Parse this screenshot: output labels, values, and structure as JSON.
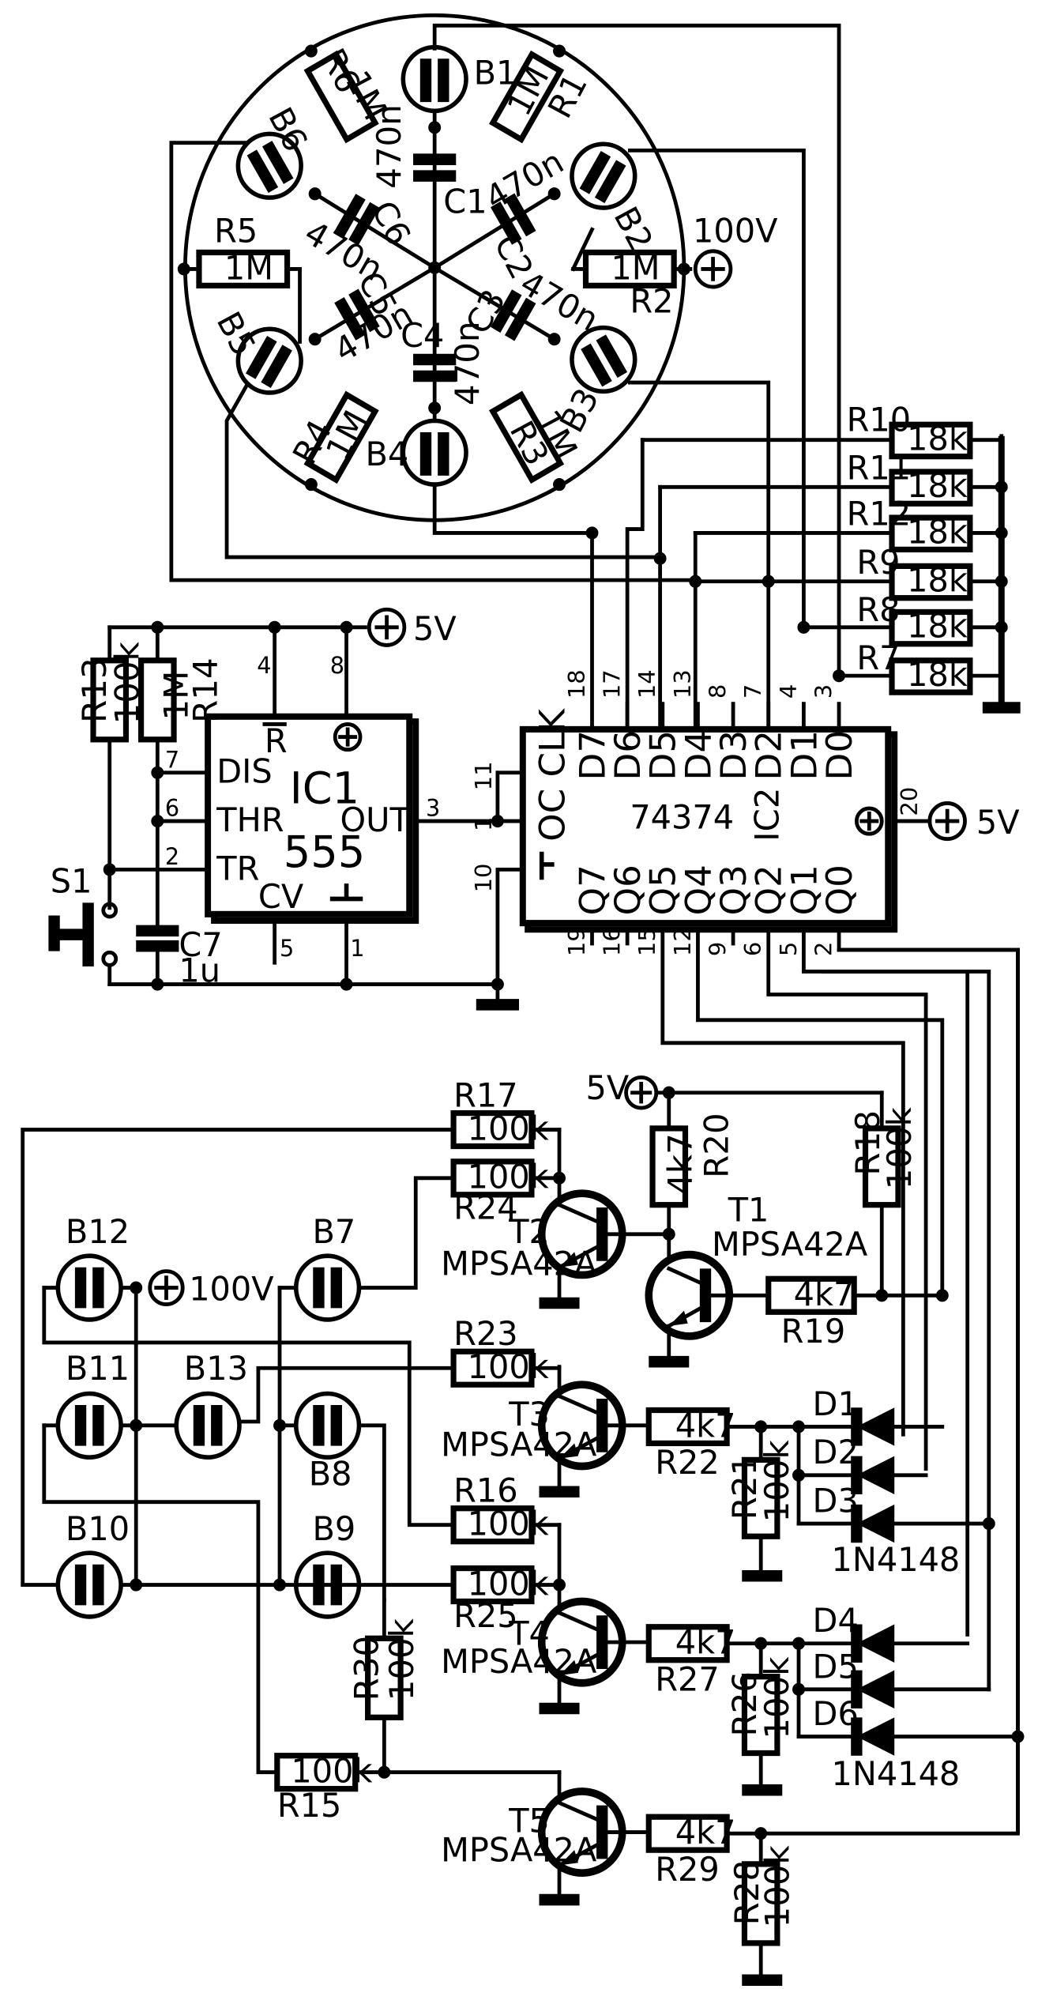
{
  "ring": {
    "bulbs": [
      "B1",
      "B2",
      "B3",
      "B4",
      "B5",
      "B6"
    ],
    "resistors": [
      "R1",
      "R2",
      "R3",
      "R4",
      "R5",
      "R6"
    ],
    "res_value": "1M",
    "caps": [
      "C1",
      "C2",
      "C3",
      "C4",
      "C5",
      "C6"
    ],
    "cap_value": "470n",
    "supply": "100V"
  },
  "res_18k": {
    "names": [
      "R10",
      "R11",
      "R12",
      "R9",
      "R8",
      "R7"
    ],
    "value": "18k"
  },
  "ic1": {
    "name": "IC1",
    "type": "555",
    "pins_left": [
      "DIS",
      "THR",
      "TR"
    ],
    "pin_reset": "R",
    "pin_cv": "CV",
    "pin_out": "OUT",
    "pinnums": {
      "p4": "4",
      "p8": "8",
      "p7": "7",
      "p6": "6",
      "p2": "2",
      "p3": "3",
      "p5": "5",
      "p1": "1"
    }
  },
  "ic2": {
    "name": "IC2",
    "type": "74374",
    "clk": "OC CLK",
    "inputs": [
      "D7",
      "D6",
      "D5",
      "D4",
      "D3",
      "D2",
      "D1",
      "D0"
    ],
    "outputs": [
      "Q7",
      "Q6",
      "Q5",
      "Q4",
      "Q3",
      "Q2",
      "Q1",
      "Q0"
    ],
    "in_pins": [
      "18",
      "17",
      "14",
      "13",
      "8",
      "7",
      "4",
      "3"
    ],
    "out_pins": [
      "19",
      "16",
      "15",
      "12",
      "9",
      "6",
      "5",
      "2"
    ],
    "pin11": "11",
    "pin1": "1",
    "pin10": "10",
    "pin20": "20"
  },
  "timer": {
    "r13": "R13",
    "r13v": "100k",
    "r14": "R14",
    "r14v": "1M",
    "c7": "C7",
    "c7v": "1u",
    "s1": "S1",
    "v5": "5V"
  },
  "driver": {
    "transistor_type": "MPSA42A",
    "t1": "T1",
    "t2": "T2",
    "t3": "T3",
    "t4": "T4",
    "t5": "T5",
    "r17": "R17",
    "r24": "R24",
    "r23": "R23",
    "r16": "R16",
    "r25": "R25",
    "r15": "R15",
    "r30": "R30",
    "r20": "R20",
    "r18": "R18",
    "r19": "R19",
    "r22": "R22",
    "r21": "R21",
    "r27": "R27",
    "r26": "R26",
    "r29": "R29",
    "r28": "R28",
    "v100k": "100k",
    "v4k7": "4k7",
    "diodes": [
      "D1",
      "D2",
      "D3",
      "D4",
      "D5",
      "D6"
    ],
    "diode_type": "1N4148",
    "bulbs": [
      "B12",
      "B7",
      "B11",
      "B13",
      "B8",
      "B10",
      "B9"
    ],
    "v100": "100V",
    "v5": "5V"
  }
}
